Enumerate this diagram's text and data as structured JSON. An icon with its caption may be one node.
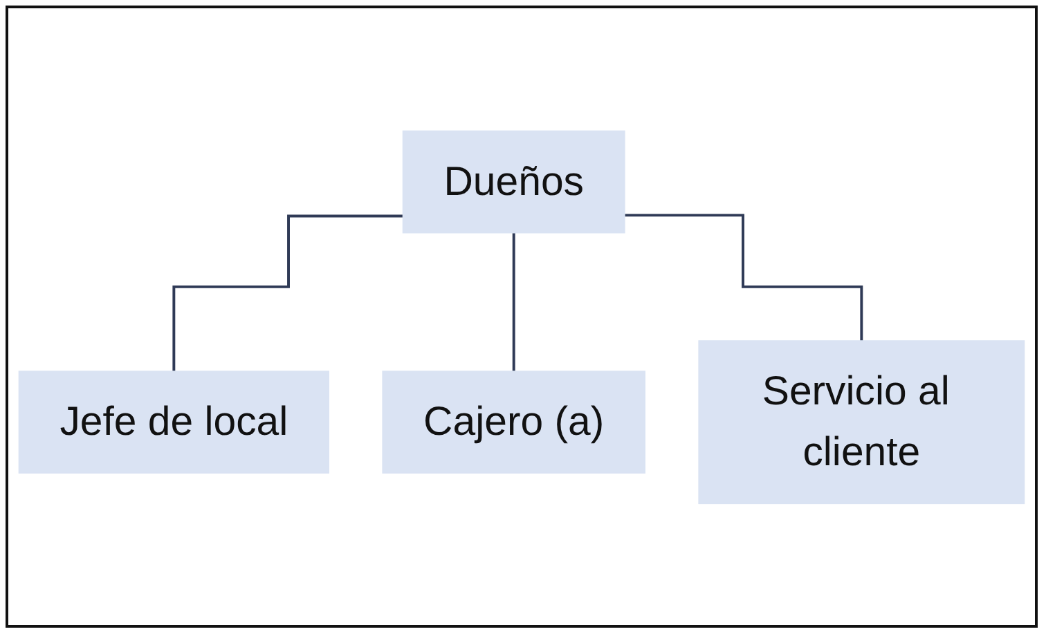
{
  "diagram": {
    "nodes": [
      {
        "text": [
          "Dueños"
        ]
      },
      {
        "text": [
          "Jefe de local"
        ]
      },
      {
        "text": [
          "Cajero (a)"
        ]
      },
      {
        "text": [
          "Servicio al cliente"
        ]
      }
    ],
    "edges": [
      {
        "from": 0,
        "to": 1,
        "arrow": "none"
      },
      {
        "from": 0,
        "to": 2,
        "arrow": "none"
      },
      {
        "from": 0,
        "to": 3,
        "arrow": "none"
      }
    ]
  }
}
